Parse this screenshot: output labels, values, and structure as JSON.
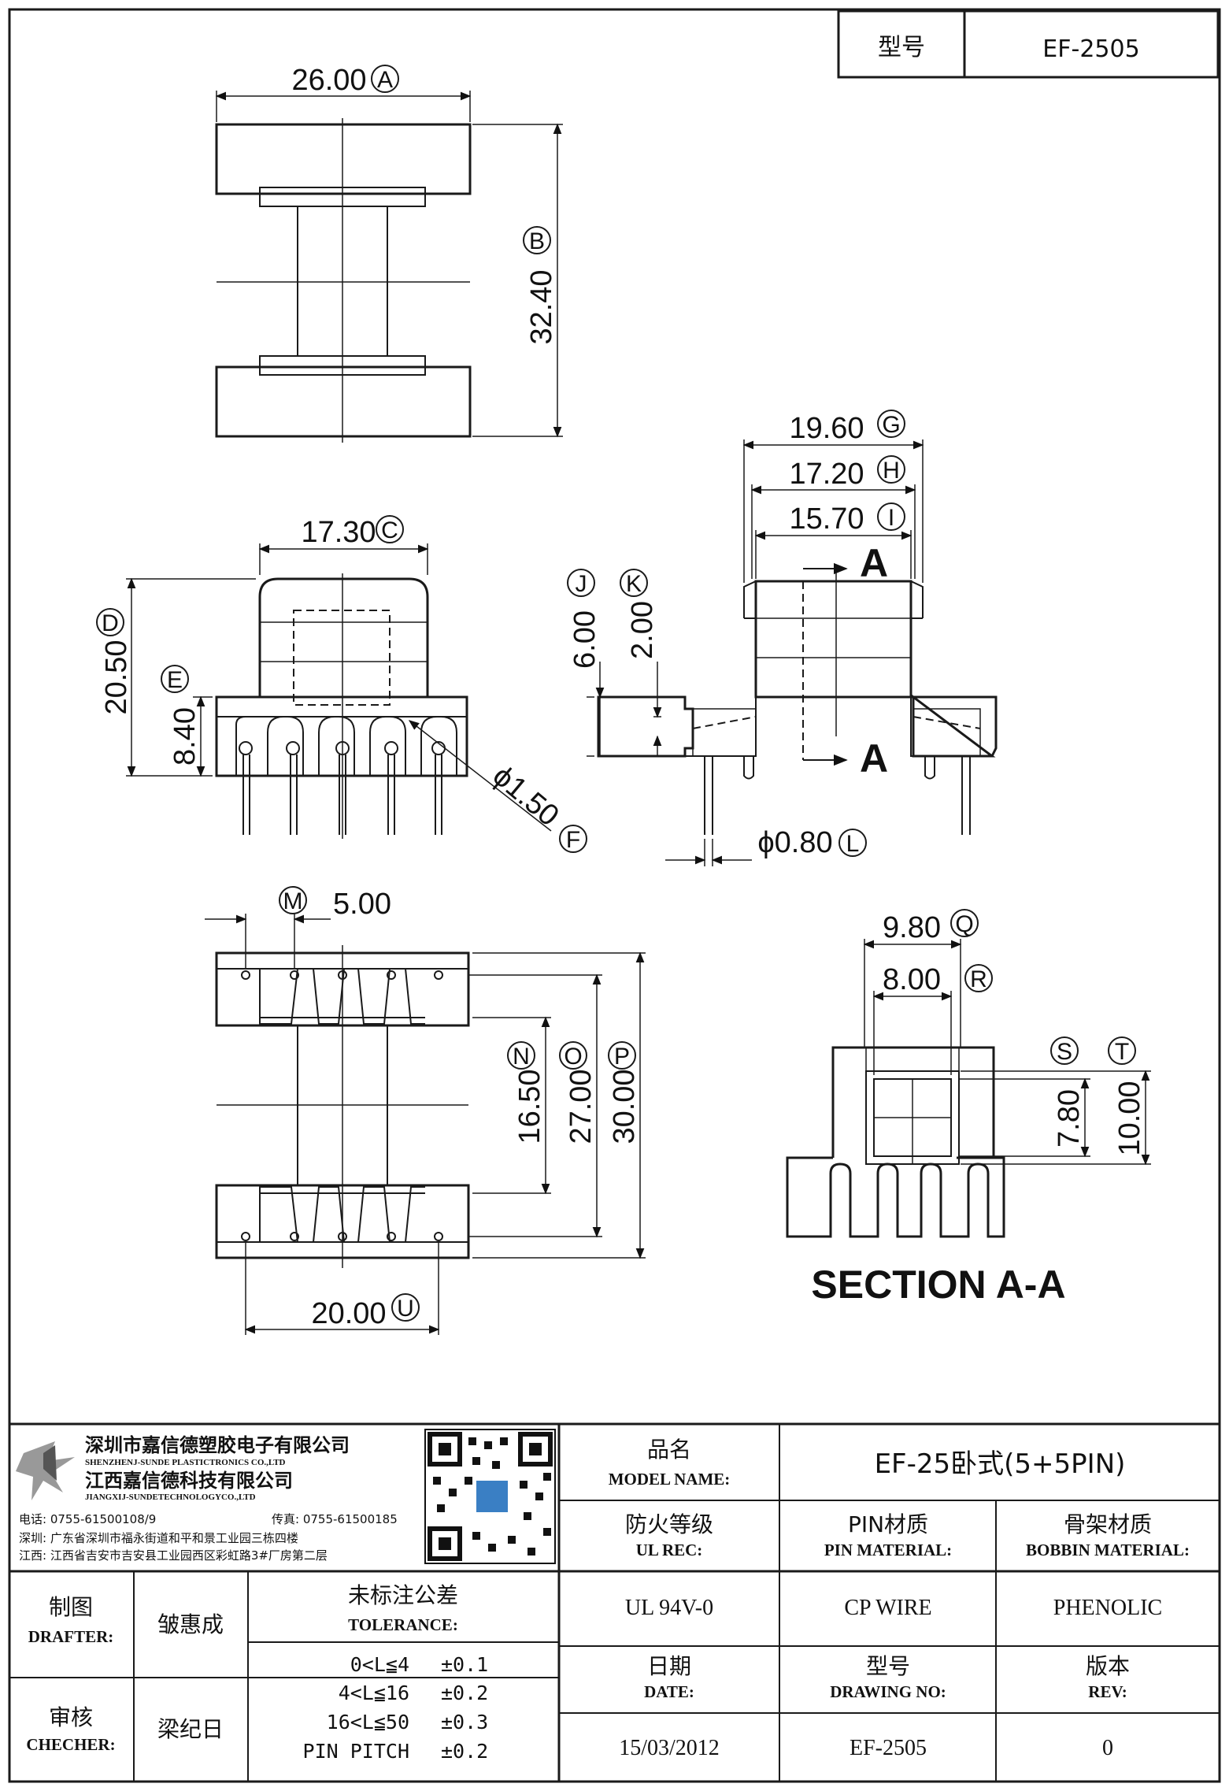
{
  "header": {
    "label": "型号",
    "model": "EF-2505"
  },
  "views": {
    "top": {
      "dim_a": "26.00",
      "tag_a": "A",
      "dim_b": "32.40",
      "tag_b": "B"
    },
    "front": {
      "dim_c": "17.30",
      "tag_c": "C",
      "dim_d": "20.50",
      "tag_d": "D",
      "dim_e": "8.40",
      "tag_e": "E",
      "dim_f": "ϕ1.50",
      "tag_f": "F"
    },
    "side": {
      "dim_g": "19.60",
      "tag_g": "G",
      "dim_h": "17.20",
      "tag_h": "H",
      "dim_i": "15.70",
      "tag_i": "I",
      "dim_j": "6.00",
      "tag_j": "J",
      "dim_k": "2.00",
      "tag_k": "K",
      "dim_l": "ϕ0.80",
      "tag_l": "L",
      "section_mark": "A"
    },
    "bottom": {
      "dim_m": "5.00",
      "tag_m": "M",
      "dim_n": "16.50",
      "tag_n": "N",
      "dim_o": "27.00",
      "tag_o": "O",
      "dim_p": "30.00",
      "tag_p": "P",
      "dim_u": "20.00",
      "tag_u": "U"
    },
    "section": {
      "dim_q": "9.80",
      "tag_q": "Q",
      "dim_r": "8.00",
      "tag_r": "R",
      "dim_s": "7.80",
      "tag_s": "S",
      "dim_t": "10.00",
      "tag_t": "T",
      "title": "SECTION A-A"
    }
  },
  "company": {
    "name_cn_1": "深圳市嘉信德塑胶电子有限公司",
    "name_en_1": "SHENZHENJ-SUNDE PLASTICTRONICS CO.,LTD",
    "name_cn_2": "江西嘉信德科技有限公司",
    "name_en_2": "JIANGXIJ-SUNDETECHNOLOGYCO.,LTD",
    "phone": "电话: 0755-61500108/9",
    "fax": "传真: 0755-61500185",
    "addr_sz": "深圳: 广东省深圳市福永街道和平和景工业园三栋四楼",
    "addr_jx": "江西: 江西省吉安市吉安县工业园西区彩虹路3#厂房第二层"
  },
  "title_block": {
    "model_name_cn": "品名",
    "model_name_en": "MODEL NAME:",
    "model_name_val": "EF-25卧式(5+5PIN)",
    "ul_cn": "防火等级",
    "ul_en": "UL REC:",
    "ul_val": "UL 94V-0",
    "pin_cn": "PIN材质",
    "pin_en": "PIN MATERIAL:",
    "pin_val": "CP WIRE",
    "bobbin_cn": "骨架材质",
    "bobbin_en": "BOBBIN MATERIAL:",
    "bobbin_val": "PHENOLIC",
    "drafter_cn": "制图",
    "drafter_en": "DRAFTER:",
    "drafter_val": "皱惠成",
    "checker_cn": "审核",
    "checker_en": "CHECHER:",
    "checker_val": "梁纪日",
    "tol_cn": "未标注公差",
    "tol_en": "TOLERANCE:",
    "tolerances": [
      {
        "range": "0<L≦4",
        "value": "±0.1"
      },
      {
        "range": "4<L≦16",
        "value": "±0.2"
      },
      {
        "range": "16<L≦50",
        "value": "±0.3"
      },
      {
        "range": "PIN PITCH",
        "value": "±0.2"
      }
    ],
    "date_cn": "日期",
    "date_en": "DATE:",
    "date_val": "15/03/2012",
    "dwg_cn": "型号",
    "dwg_en": "DRAWING NO:",
    "dwg_val": "EF-2505",
    "rev_cn": "版本",
    "rev_en": "REV:",
    "rev_val": "0"
  }
}
